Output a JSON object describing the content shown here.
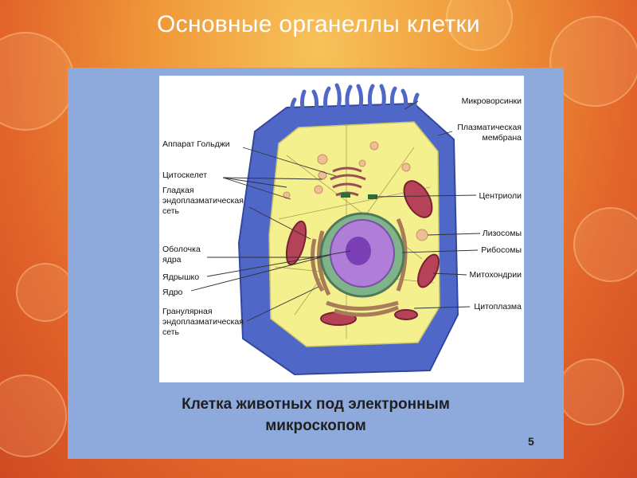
{
  "slide": {
    "title": "Основные органеллы клетки",
    "caption_line1": "Клетка животных под электронным",
    "caption_line2": "микроскопом",
    "page_number": "5"
  },
  "diagram": {
    "labels_left": {
      "golgi": "Аппарат Гольджи",
      "cytoskeleton": "Цитоскелет",
      "smooth_er_1": "Гладкая",
      "smooth_er_2": "эндоплазматическая",
      "smooth_er_3": "сеть",
      "envelope_1": "Оболочка",
      "envelope_2": "ядра",
      "nucleolus": "Ядрышко",
      "nucleus": "Ядро",
      "rough_er_1": "Гранулярная",
      "rough_er_2": "эндоплазматическая",
      "rough_er_3": "сеть"
    },
    "labels_right": {
      "microvilli": "Микроворсинки",
      "membrane_1": "Плазматическая",
      "membrane_2": "мембрана",
      "centrioles": "Центриоли",
      "lysosomes": "Лизосомы",
      "ribosomes": "Рибосомы",
      "mitochondria": "Митохондрии",
      "cytoplasm": "Цитоплазма"
    }
  }
}
